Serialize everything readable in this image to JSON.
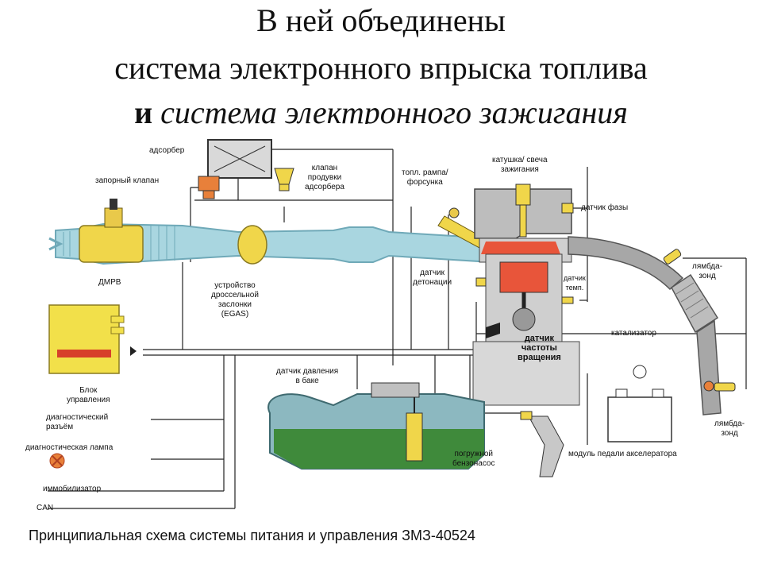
{
  "heading": {
    "line1": "В ней объединены",
    "line2": "система электронного впрыска топлива",
    "line3_prefix": "и",
    "line3_rest": "система электронного зажигания"
  },
  "labels": {
    "adsorber": "адсорбер",
    "shutoff_valve": "запорный клапан",
    "purge_valve": "клапан\nпродувки\nадсорбера",
    "fuel_rail": "топл. рампа/\nфорсунка",
    "coil_plug": "катушка/ свеча\nзажигания",
    "phase_sensor": "датчик фазы",
    "lambda1": "лямбда-\nзонд",
    "maf": "ДМРВ",
    "throttle": "устройство\nдроссельной\nзаслонки\n(EGAS)",
    "knock_sensor": "датчик\nдетонации",
    "temp_sensor": "датчик\nтемп.",
    "crank_sensor": "датчик\nчастоты\nвращения",
    "catalyst": "катализатор",
    "ecu": "Блок\nуправления",
    "diag_connector": "диагностический\nразъём",
    "diag_lamp": "диагностическая лампа",
    "immobilizer": "иммобилизатор",
    "can": "CAN",
    "tank_pressure": "датчик давления\nв баке",
    "fuel_pump": "погружной\nбензонасос",
    "pedal_module": "модуль педали акселератора",
    "lambda2": "лямбда-\nзонд"
  },
  "caption": "Принципиальная схема системы питания и управления ЗМЗ-40524",
  "colors": {
    "intake": "#a9d6e0",
    "intake_dark": "#6fa9b8",
    "ecu": "#f2e04a",
    "ecu_stripe": "#d7402a",
    "fuel": "#3f8a3b",
    "tank": "#8cb8c0",
    "engine": "#cfcfcf",
    "piston": "#e8553a",
    "exhaust": "#a7a7a7",
    "wire": "#222222",
    "component_yellow": "#f0d64a",
    "component_orange": "#e8803a"
  }
}
